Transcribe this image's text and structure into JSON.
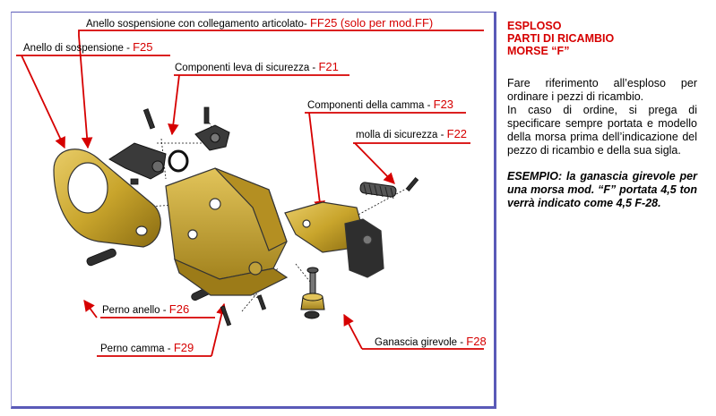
{
  "labels": {
    "ff25": {
      "text": "Anello sospensione con collegamento articolato- ",
      "code": "FF25 (solo per mod.FF)"
    },
    "f25": {
      "text": "Anello di sospensione - ",
      "code": "F25"
    },
    "f21": {
      "text": "Componenti leva di sicurezza - ",
      "code": "F21"
    },
    "f23": {
      "text": "Componenti della camma - ",
      "code": "F23"
    },
    "f22": {
      "text": "molla di sicurezza - ",
      "code": "F22"
    },
    "f26": {
      "text": "Perno anello - ",
      "code": "F26"
    },
    "f29": {
      "text": "Perno camma - ",
      "code": "F29"
    },
    "f28": {
      "text": "Ganascia girevole - ",
      "code": "F28"
    }
  },
  "sidebar": {
    "title_lines": [
      "ESPLOSO",
      "PARTI DI RICAMBIO",
      "MORSE “F”"
    ],
    "body": [
      "Fare riferimento all’esploso per ordinare i pezzi di ricambio.",
      "In caso di ordine, si prega di specificare sempre portata e modello della morsa prima dell’indicazione del pezzo di ricambio e della sua sigla."
    ],
    "example": "ESEMPIO: la ganascia girevole per una morsa mod. “F” portata 4,5 ton verrà indicato come 4,5 F-28."
  },
  "colors": {
    "accent_red": "#d60000",
    "frame_blue": "#5a5ab8",
    "part_gold": "#c9a52c",
    "part_dark": "#2e2e2e"
  }
}
